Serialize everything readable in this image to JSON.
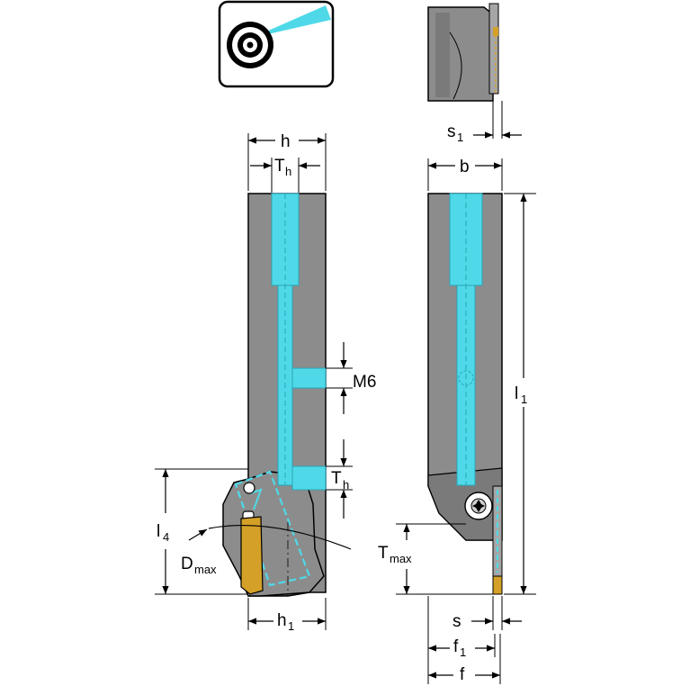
{
  "colors": {
    "body": "#8c8c8c",
    "body_dark": "#7a7a7a",
    "body_light": "#a6a6a6",
    "coolant": "#4fd9e8",
    "coolant_edge": "#2aa5b8",
    "insert": "#d4a028",
    "line": "#000000",
    "background": "#ffffff"
  },
  "icon": {
    "name": "coolant-target-icon"
  },
  "labels": {
    "h": "h",
    "Th_top": "T",
    "Th_top_sub": "h",
    "M6": "M6",
    "Th_mid": "T",
    "Th_mid_sub": "h",
    "l4": "l",
    "l4_sub": "4",
    "Dmax": "D",
    "Dmax_sub": "max",
    "h1": "h",
    "h1_sub": "1",
    "s1": "s",
    "s1_sub": "1",
    "b": "b",
    "l1": "l",
    "l1_sub": "1",
    "Tmax": "T",
    "Tmax_sub": "max",
    "s": "s",
    "f1": "f",
    "f1_sub": "1",
    "f": "f"
  }
}
